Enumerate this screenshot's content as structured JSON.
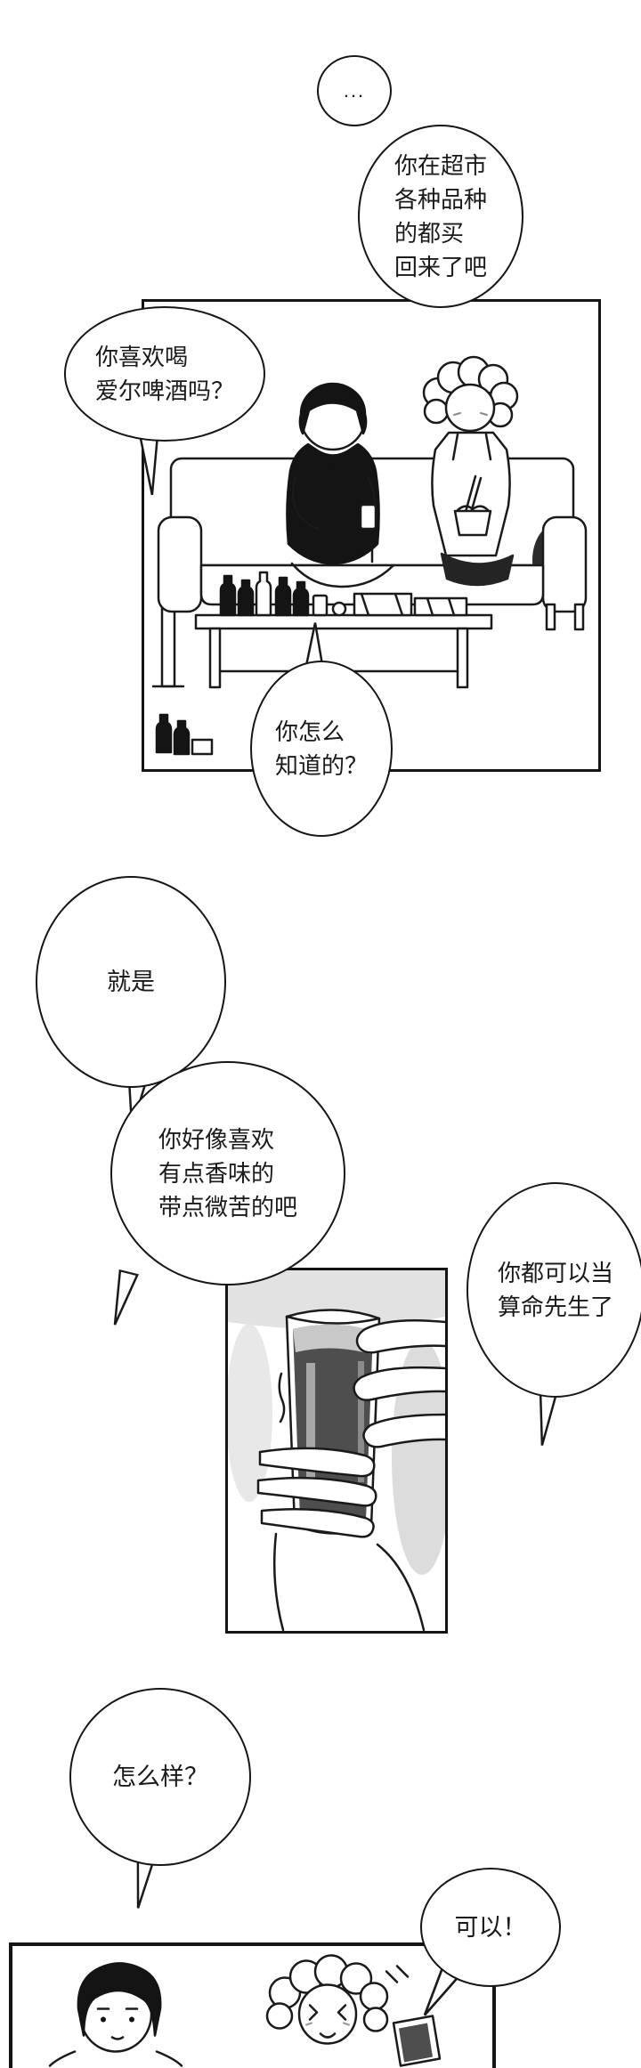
{
  "colors": {
    "background": "#ffffff",
    "ink": "#1a1a1a",
    "dark_fill": "#141414",
    "beer": "#4e4e4e",
    "shadow_gray": "#e2e2e2"
  },
  "bubbles": [
    {
      "lines": [
        "..."
      ]
    },
    {
      "lines": [
        "你在超市",
        "各种品种",
        "的都买",
        "回来了吧"
      ]
    },
    {
      "lines": [
        "你喜欢喝",
        "爱尔啤酒吗？"
      ]
    },
    {
      "lines": [
        "你怎么",
        "知道的？"
      ]
    },
    {
      "lines": [
        "就是"
      ]
    },
    {
      "lines": [
        "你好像喜欢",
        "有点香味的",
        "带点微苦的吧"
      ]
    },
    {
      "lines": [
        "你都可以当",
        "算命先生了"
      ]
    },
    {
      "lines": [
        "怎么样？"
      ]
    },
    {
      "lines": [
        "可以！"
      ]
    }
  ],
  "illustrations": {
    "panel1": "living-room-couch-scene",
    "panel2": "beer-glass-closeup",
    "panel3": "two-characters-reaction"
  }
}
